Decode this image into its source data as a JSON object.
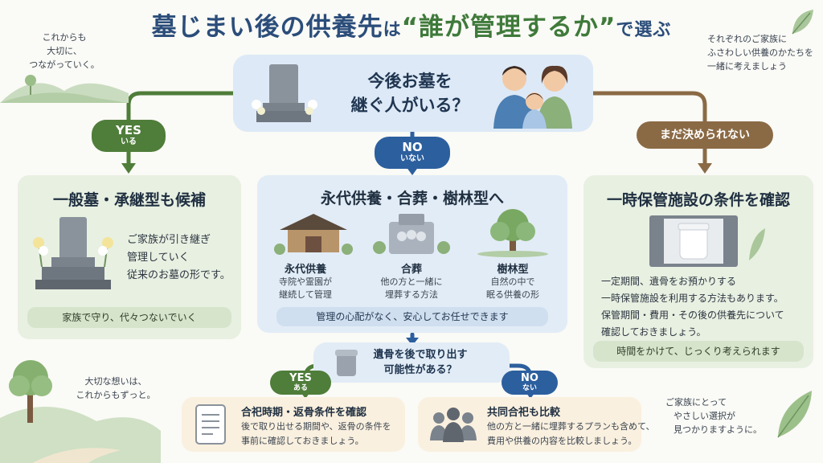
{
  "title": {
    "part1": "墓じまい後の供養先",
    "part2": "は",
    "part3": "“誰が管理するか”",
    "part4": "で選ぶ"
  },
  "corner_notes": {
    "top_left": [
      "これからも",
      "大切に、",
      "つながっていく。"
    ],
    "top_right": [
      "それぞれのご家族に",
      "ふさわしい供養のかたちを",
      "一緒に考えましょう"
    ],
    "mid_left": [
      "大切な想いは、",
      "これからもずっと。"
    ],
    "bottom_right": [
      "ご家族にとって",
      "やさしい選択が",
      "見つかりますように。"
    ]
  },
  "question": {
    "lines": [
      "今後お墓を",
      "継ぐ人がいる？"
    ]
  },
  "branches": {
    "yes": {
      "main": "YES",
      "sub": "いる",
      "color": "#4f7d3a"
    },
    "no": {
      "main": "NO",
      "sub": "いない",
      "color": "#2c5f9e"
    },
    "undecided": {
      "main": "まだ決められない",
      "color": "#8a6a45"
    }
  },
  "left_card": {
    "title": "一般墓・承継型も候補",
    "body": [
      "ご家族が引き継ぎ",
      "管理していく",
      "従来のお墓の形です。"
    ],
    "footer": "家族で守り、代々つないでいく"
  },
  "center_card": {
    "title": "永代供養・合葬・樹林型へ",
    "options": [
      {
        "title": "永代供養",
        "desc": [
          "寺院や霊園が",
          "継続して管理"
        ]
      },
      {
        "title": "合葬",
        "desc": [
          "他の方と一緒に",
          "埋葬する方法"
        ]
      },
      {
        "title": "樹林型",
        "desc": [
          "自然の中で",
          "眠る供養の形"
        ]
      }
    ],
    "footer": "管理の心配がなく、安心してお任せできます"
  },
  "right_card": {
    "title": "一時保管施設の条件を確認",
    "body": [
      "一定期間、遺骨をお預かりする",
      "一時保管施設を利用する方法もあります。",
      "保管期間・費用・その後の供養先について",
      "確認しておきましょう。"
    ],
    "footer": "時間をかけて、じっくり考えられます"
  },
  "sub_question": {
    "lines": [
      "遺骨を後で取り出す",
      "可能性がある？"
    ]
  },
  "sub_branches": {
    "yes": {
      "main": "YES",
      "sub": "ある"
    },
    "no": {
      "main": "NO",
      "sub": "ない"
    }
  },
  "sub_cards": {
    "yes": {
      "title": "合祀時期・返骨条件を確認",
      "desc": [
        "後で取り出せる期間や、返骨の条件を",
        "事前に確認しておきましょう。"
      ]
    },
    "no": {
      "title": "共同合祀も比較",
      "desc": [
        "他の方と一緒に埋葬するプランも含めて、",
        "費用や供養の内容を比較しましょう。"
      ]
    }
  },
  "icons": [
    "gravestone-icon",
    "family-icon",
    "temple-icon",
    "memorial-icon",
    "tree-icon",
    "urn-icon",
    "document-icon",
    "group-icon",
    "leaf-icon"
  ]
}
